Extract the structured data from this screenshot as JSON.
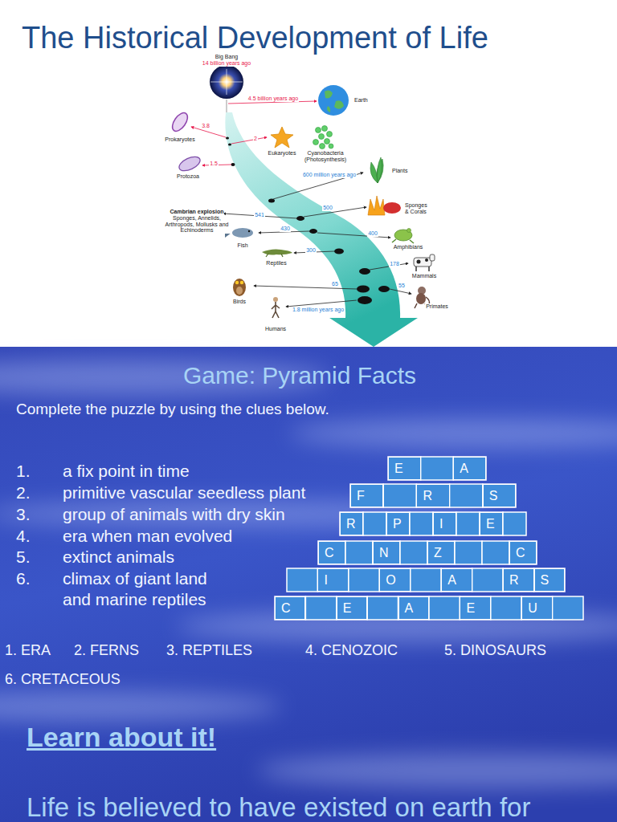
{
  "diagram": {
    "title": "The Historical Development of Life",
    "nodes": [
      {
        "text": [
          "E"
        ]
      },
      {
        "text": [
          "A"
        ]
      },
      {
        "text": [
          "F"
        ]
      },
      {
        "text": [
          "R"
        ]
      },
      {
        "text": [
          "S"
        ]
      },
      {
        "text": [
          "R"
        ]
      },
      {
        "text": [
          "P"
        ]
      },
      {
        "text": [
          "I"
        ]
      },
      {
        "text": [
          "E"
        ]
      },
      {
        "text": [
          "C"
        ]
      },
      {
        "text": [
          "N"
        ]
      },
      {
        "text": [
          "Z"
        ]
      },
      {
        "text": [
          "C"
        ]
      },
      {
        "text": [
          "I"
        ]
      },
      {
        "text": [
          "O"
        ]
      },
      {
        "text": [
          "A"
        ]
      },
      {
        "text": [
          "R"
        ]
      },
      {
        "text": [
          "S"
        ]
      },
      {
        "text": [
          "C"
        ]
      },
      {
        "text": [
          "E"
        ]
      },
      {
        "text": [
          "A"
        ]
      },
      {
        "text": [
          "E"
        ]
      },
      {
        "text": [
          "U"
        ]
      }
    ],
    "labels": [
      "Big Bang",
      "14 billion years ago",
      "4.5 billion years ago",
      "Earth",
      "3.8",
      "Prokaryotes",
      "2",
      "Eukaryotes",
      "Cyanobacteria (Photosynthesis)",
      "1.5",
      "Protozoa",
      "600 million years ago",
      "Plants",
      "Cambrian explosion",
      "Sponges, Annelids, Arthropods, Mollusks and Echinoderms",
      "541",
      "500",
      "Sponges & Corals",
      "430",
      "400",
      "Fish",
      "Amphibians",
      "300",
      "Reptiles",
      "178",
      "Mammals",
      "65",
      "55",
      "Birds",
      "Primates",
      "1.8 million years ago",
      "Humans",
      "Game: Pyramid Facts",
      "Complete the puzzle by using the clues below.",
      "1.",
      "a fix point in time",
      "2.",
      "primitive vascular seedless plant",
      "3.",
      "group of animals with dry skin",
      "4.",
      "era when man evolved",
      "5.",
      "extinct animals",
      "6.",
      "climax of giant land and marine reptiles",
      "1. ERA",
      "2. FERNS",
      "3. REPTILES",
      "4. CENOZOIC",
      "5. DINOSAURS",
      "6. CRETACEOUS",
      "Learn about it!",
      "Life is believed to have existed on earth for"
    ]
  }
}
